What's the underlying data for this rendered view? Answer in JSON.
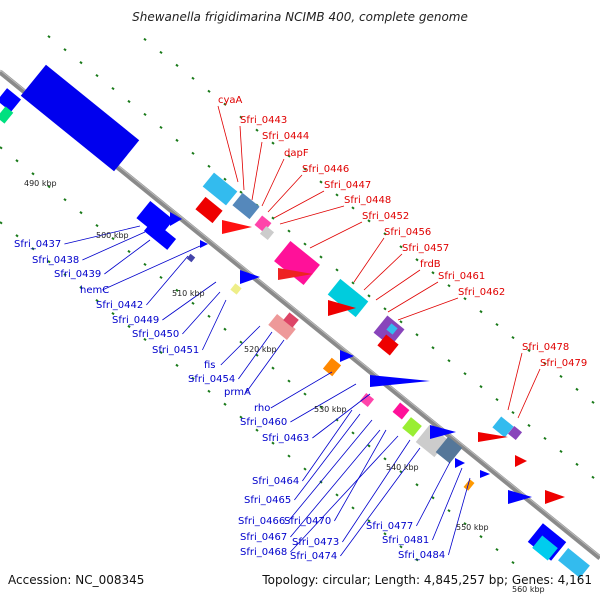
{
  "title": "Shewanella frigidimarina NCIMB 400, complete genome",
  "accession": "Accession: NC_008345",
  "topology": "Topology: circular; Length: 4,845,257 bp; Genes: 4,161",
  "colors": {
    "backbone": "#888888",
    "forward_label": "#e00000",
    "reverse_label": "#0000cc",
    "tick": "#1a7a1a"
  },
  "scale_labels": [
    "490 kbp",
    "500 kbp",
    "510 kbp",
    "520 kbp",
    "530 kbp",
    "540 kbp",
    "550 kbp",
    "560 kbp"
  ],
  "forward_genes": [
    "cyaA",
    "Sfri_0443",
    "Sfri_0444",
    "dapF",
    "Sfri_0446",
    "Sfri_0447",
    "Sfri_0448",
    "Sfri_0452",
    "Sfri_0456",
    "Sfri_0457",
    "frdB",
    "Sfri_0461",
    "Sfri_0462",
    "Sfri_0478",
    "Sfri_0479"
  ],
  "reverse_genes": [
    "Sfri_0437",
    "Sfri_0438",
    "Sfri_0439",
    "hemC",
    "Sfri_0442",
    "Sfri_0449",
    "Sfri_0450",
    "Sfri_0451",
    "fis",
    "Sfri_0454",
    "prmA",
    "rho",
    "Sfri_0460",
    "Sfri_0463",
    "Sfri_0464",
    "Sfri_0465",
    "Sfri_0466",
    "Sfri_0470",
    "Sfri_0467",
    "Sfri_0473",
    "Sfri_0468",
    "Sfri_0474",
    "Sfri_0477",
    "Sfri_0481",
    "Sfri_0484"
  ]
}
